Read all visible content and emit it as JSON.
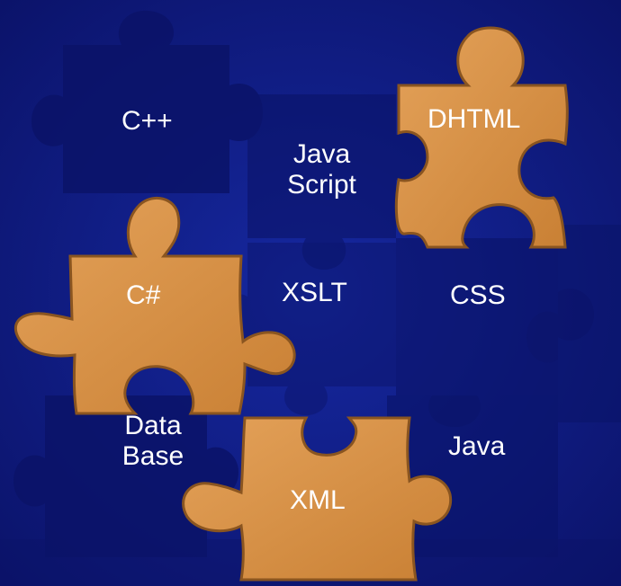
{
  "colors": {
    "background": "#0f1a7a",
    "piece_dark": "#0a1260",
    "piece_orange": "#d6924a",
    "piece_orange_edge": "#8a5520",
    "label_text": "#ffffff"
  },
  "pieces": {
    "cpp": "C++",
    "javascript": "Java\nScript",
    "dhtml": "DHTML",
    "csharp": "C#",
    "xslt": "XSLT",
    "css": "CSS",
    "database": "Data\nBase",
    "xml": "XML",
    "java": "Java"
  }
}
